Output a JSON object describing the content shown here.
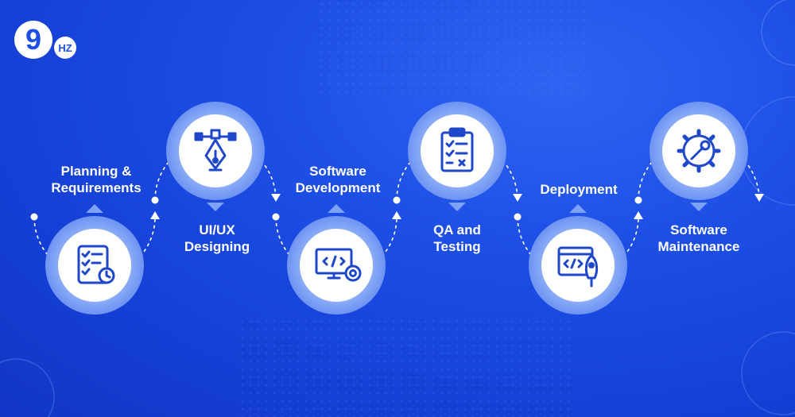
{
  "brand": {
    "logo_text": "9",
    "logo_badge": "HZ"
  },
  "steps": [
    {
      "label": "Planning &\nRequirements",
      "icon": "checklist-clock-icon"
    },
    {
      "label": "UI/UX\nDesigning",
      "icon": "pen-tool-icon"
    },
    {
      "label": "Software\nDevelopment",
      "icon": "monitor-code-gear-icon"
    },
    {
      "label": "QA and\nTesting",
      "icon": "clipboard-check-icon"
    },
    {
      "label": "Deployment",
      "icon": "browser-rocket-icon"
    },
    {
      "label": "Software\nMaintenance",
      "icon": "gear-wrench-icon"
    }
  ],
  "colors": {
    "background": "#1d4fe6",
    "ring_outer": "#7ea2f7",
    "ring_inner": "#ffffff",
    "icon": "#1f47c9",
    "label": "#ffffff"
  }
}
